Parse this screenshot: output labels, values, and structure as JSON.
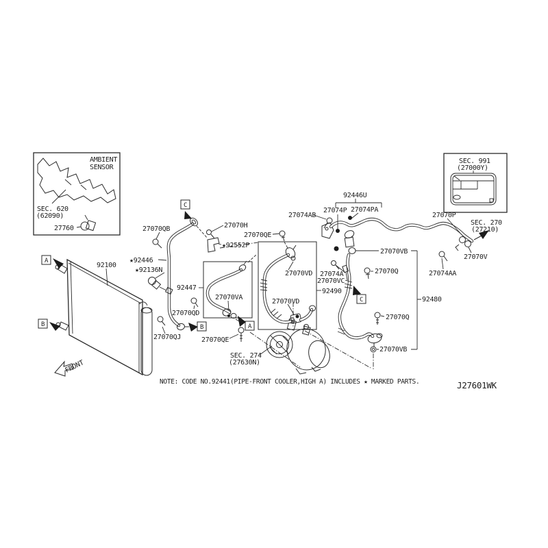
{
  "figure": {
    "code": "J27601WK",
    "note": "NOTE: CODE NO.92441(PIPE-FRONT COOLER,HIGH A) INCLUDES ★ MARKED PARTS.",
    "front": "FRONT"
  },
  "callouts": {
    "a": "A",
    "b": "B",
    "c": "C"
  },
  "refs": {
    "ambient_title1": "AMBIENT",
    "ambient_title2": "SENSOR",
    "sec620": "SEC. 620",
    "sec620_code": "(62090)",
    "sec991": "SEC. 991",
    "sec991_code": "(27000Y)",
    "sec274": "SEC. 274",
    "sec274_code": "(27630N)",
    "sec270": "SEC. 270",
    "sec270_code": "(27210)"
  },
  "parts": {
    "ambient_sensor": "27760",
    "condenser": "92100",
    "pipe_92446": "★92446",
    "sensor_92136n": "★92136N",
    "hose_92447": "92447",
    "qb": "27070QB",
    "qd": "27070QD",
    "qj": "27070QJ",
    "qe_upper": "27070QE",
    "qe_lower": "27070QE",
    "h": "27070H",
    "bracket_92552p": "★92552P",
    "va": "27070VA",
    "vd_upper": "27070VD",
    "vd_lower": "27070VD",
    "hose_92490": "92490",
    "ab": "27074AB",
    "p74": "27074P",
    "pa": "27074PA",
    "pipe_92446u": "92446U",
    "vb_upper": "27070VB",
    "q_upper": "27070Q",
    "a74": "27074A",
    "vc": "27070VC",
    "p70": "27070P",
    "v70": "27070V",
    "aa": "27074AA",
    "pipe_92480": "92480",
    "q_lower": "27070Q",
    "vb_lower": "27070VB"
  }
}
